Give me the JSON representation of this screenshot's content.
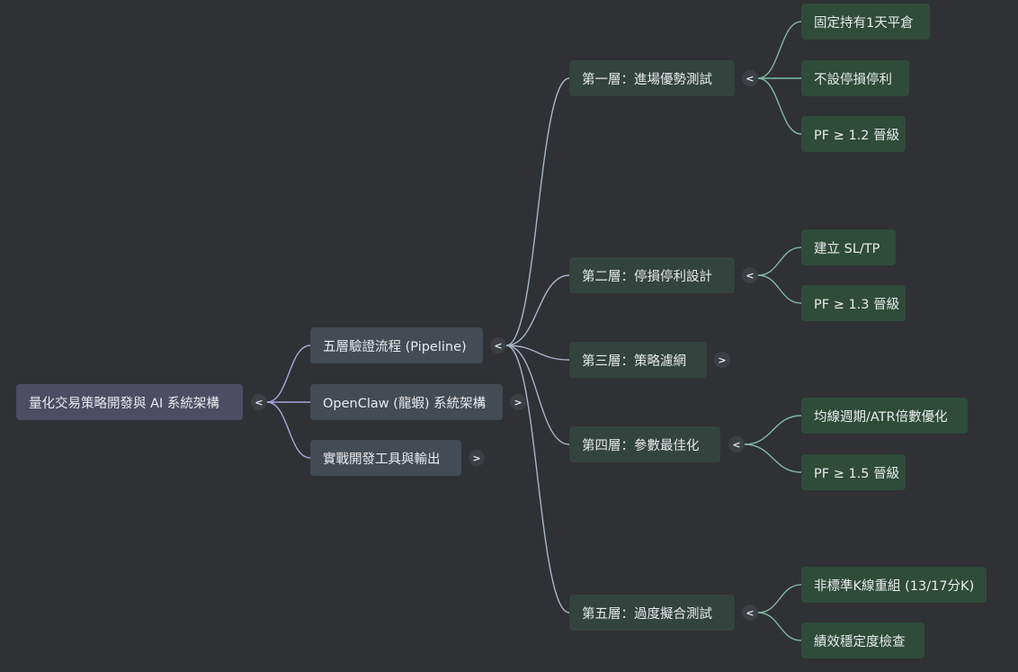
{
  "mindmap": {
    "root": {
      "label": "量化交易策略開發與 AI 系統架構",
      "toggle": "<"
    },
    "branches": [
      {
        "label": "五層驗證流程 (Pipeline)",
        "toggle": "<",
        "children": [
          {
            "label": "第一層：進場優勢測試",
            "toggle": "<",
            "children": [
              "固定持有1天平倉",
              "不設停損停利",
              "PF ≥ 1.2 晉級"
            ]
          },
          {
            "label": "第二層：停損停利設計",
            "toggle": "<",
            "children": [
              "建立 SL/TP",
              "PF ≥ 1.3 晉級"
            ]
          },
          {
            "label": "第三層：策略濾網",
            "toggle": ">",
            "children": []
          },
          {
            "label": "第四層：參數最佳化",
            "toggle": "<",
            "children": [
              "均線週期/ATR倍數優化",
              "PF ≥ 1.5 晉級"
            ]
          },
          {
            "label": "第五層：過度擬合測試",
            "toggle": "<",
            "children": [
              "非標準K線重組 (13/17分K)",
              "績效穩定度檢查"
            ]
          }
        ]
      },
      {
        "label": "OpenClaw (龍蝦) 系統架構",
        "toggle": ">",
        "children": []
      },
      {
        "label": "實戰開發工具與輸出",
        "toggle": ">",
        "children": []
      }
    ]
  },
  "colors": {
    "background": "#303134",
    "root_node": "#4c4d63",
    "branch_node": "#434b54",
    "layer_node": "#33433d",
    "leaf_node": "#2f4b3a",
    "root_links": "#a9a3dc",
    "layer_links": "#a8b5c9",
    "leaf_links": "#7fb9a4"
  }
}
